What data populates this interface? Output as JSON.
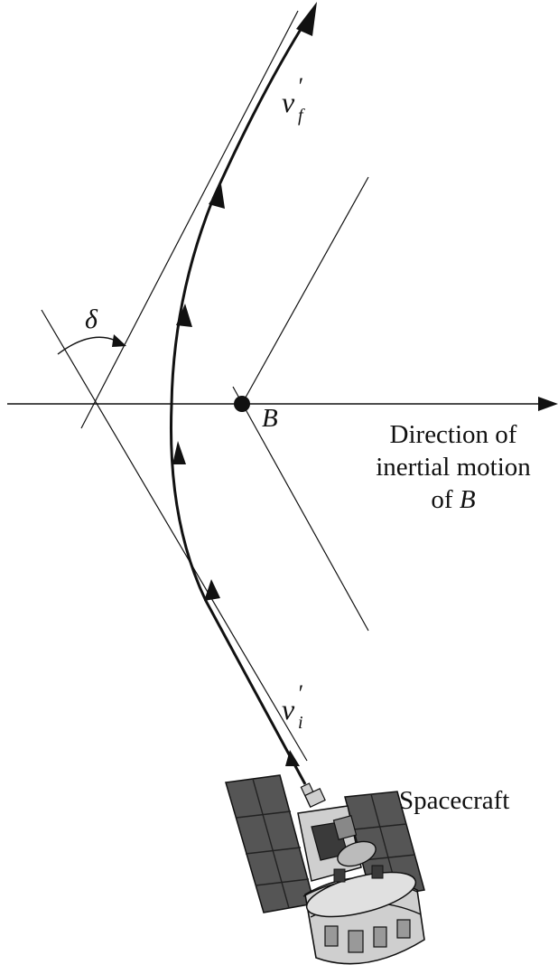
{
  "labels": {
    "delta": "δ",
    "point_b": "B",
    "v_final": "v",
    "v_final_sub": "f",
    "v_initial": "v",
    "v_initial_sub": "i",
    "prime": "′"
  },
  "captions": {
    "direction_line1": "Direction of",
    "direction_line2": "inertial motion",
    "direction_line3_prefix": "of ",
    "direction_line3_var": "B",
    "spacecraft": "Spacecraft"
  },
  "colors": {
    "ink": "#111111",
    "panel": "#555555",
    "panel_dark": "#3a3a3a",
    "body_light": "#cfcfcf"
  }
}
